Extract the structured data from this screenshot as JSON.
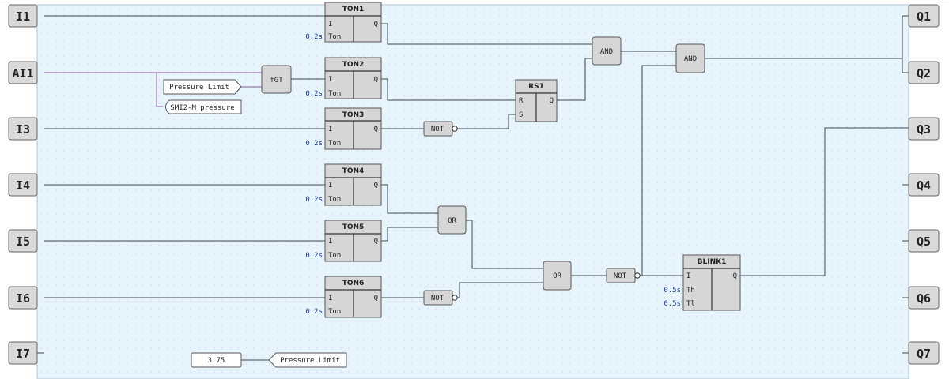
{
  "inputs": [
    "I1",
    "AI1",
    "I3",
    "I4",
    "I5",
    "I6",
    "I7"
  ],
  "outputs": [
    "Q1",
    "Q2",
    "Q3",
    "Q4",
    "Q5",
    "Q6",
    "Q7"
  ],
  "timers": [
    {
      "name": "TON1",
      "in_pin": "I",
      "out_pin": "Q",
      "param_pin": "Ton",
      "param_value": "0.2s"
    },
    {
      "name": "TON2",
      "in_pin": "I",
      "out_pin": "Q",
      "param_pin": "Ton",
      "param_value": "0.2s"
    },
    {
      "name": "TON3",
      "in_pin": "I",
      "out_pin": "Q",
      "param_pin": "Ton",
      "param_value": "0.2s"
    },
    {
      "name": "TON4",
      "in_pin": "I",
      "out_pin": "Q",
      "param_pin": "Ton",
      "param_value": "0.2s"
    },
    {
      "name": "TON5",
      "in_pin": "I",
      "out_pin": "Q",
      "param_pin": "Ton",
      "param_value": "0.2s"
    },
    {
      "name": "TON6",
      "in_pin": "I",
      "out_pin": "Q",
      "param_pin": "Ton",
      "param_value": "0.2s"
    }
  ],
  "rs1": {
    "name": "RS1",
    "pin_r": "R",
    "pin_s": "S",
    "pin_q": "Q"
  },
  "blink1": {
    "name": "BLINK1",
    "pin_i": "I",
    "pin_q": "Q",
    "pin_th": "Th",
    "pin_tl": "Tl",
    "th_value": "0.5s",
    "tl_value": "0.5s"
  },
  "gates": {
    "fgt": "fGT",
    "and1": "AND",
    "and2": "AND",
    "or1": "OR",
    "or2": "OR",
    "not1": "NOT",
    "not2": "NOT",
    "not3": "NOT"
  },
  "tags": {
    "pressure_limit_in": "Pressure Limit",
    "smi2_pressure": "SMI2-M pressure",
    "constant": "3.75",
    "pressure_limit_out": "Pressure Limit"
  },
  "colors": {
    "canvas_bg": "#e8f4fc",
    "block_fill": "#d6d6d6",
    "param_text": "#1a3d8f",
    "wire": "#3c4654",
    "analog_wire": "#8a5a9a"
  }
}
